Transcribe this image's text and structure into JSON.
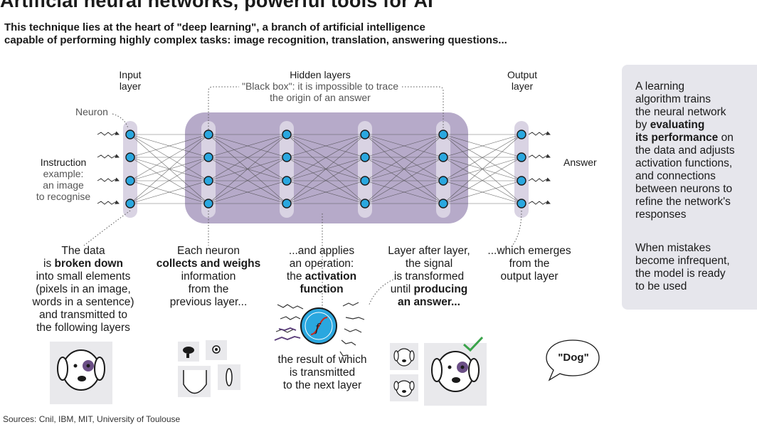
{
  "title": "Artificial neural networks, powerful tools for AI",
  "subtitle": {
    "line1": "This technique lies at the heart of \"deep learning\", a branch of artificial intelligence",
    "line2": "capable of performing highly complex tasks: image recognition, translation, answering questions..."
  },
  "layers": {
    "input": {
      "line1": "Input",
      "line2": "layer"
    },
    "hidden": {
      "label": "Hidden layers",
      "note1": "\"Black box\": it is impossible to trace",
      "note2": "the origin of an answer"
    },
    "output": {
      "line1": "Output",
      "line2": "layer"
    }
  },
  "neuron_label": "Neuron",
  "instruction": {
    "line1": "Instruction",
    "line2": "example:",
    "line3": "an image",
    "line4": "to recognise"
  },
  "answer_label": "Answer",
  "captions": {
    "c1": {
      "l1": "The data",
      "l2a": "is ",
      "l2b": "broken down",
      "l3": "into small elements",
      "l4": "(pixels in an image,",
      "l5": "words in a sentence)",
      "l6": "and transmitted to",
      "l7": "the following layers"
    },
    "c2": {
      "l1": "Each neuron",
      "l2": "collects and weighs",
      "l3": "information",
      "l4": "from the",
      "l5": "previous layer..."
    },
    "c3": {
      "l1": "...and applies",
      "l2": "an operation:",
      "l3a": "the ",
      "l3b": "activation",
      "l4": "function"
    },
    "c3b": {
      "l1": "the result of which",
      "l2": "is transmitted",
      "l3": "to the next layer"
    },
    "c4": {
      "l1": "Layer after layer,",
      "l2": "the signal",
      "l3": "is transformed",
      "l4a": "until ",
      "l4b": "producing",
      "l5": "an answer..."
    },
    "c5": {
      "l1": "...which emerges",
      "l2": "from the",
      "l3": "output layer"
    }
  },
  "side": {
    "l1": "A learning",
    "l2": "algorithm trains",
    "l3": "the neural network",
    "l4a": "by ",
    "l4b": "evaluating",
    "l5a": "its performance",
    "l5b": " on",
    "l6": "the data and adjusts",
    "l7": "activation functions,",
    "l8": "and connections",
    "l9": "between neurons to",
    "l10": "refine the network's",
    "l11": "responses",
    "p2l1": "When mistakes",
    "p2l2": "become infrequent,",
    "p2l3": "the model is ready",
    "p2l4": "to be used"
  },
  "dog_bubble": "\"Dog\"",
  "sources": "Sources: Cnil, IBM, MIT, University of Toulouse",
  "colors": {
    "purple_box": "#a99bbf",
    "layer_bar": "#d9d3e3",
    "neuron": "#2aa7df",
    "side_panel": "#e6e6ec",
    "check": "#3aa34a"
  }
}
